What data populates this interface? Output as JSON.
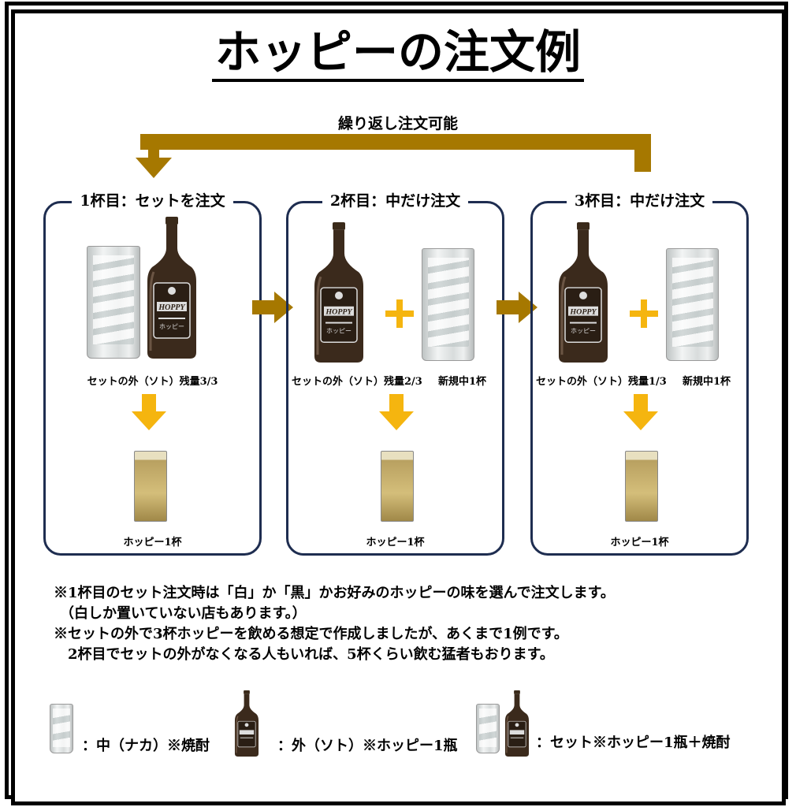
{
  "title": "ホッピーの注文例",
  "loop_label": "繰り返し注文可能",
  "colors": {
    "gold": "#a67800",
    "yellow": "#f5b50f",
    "navy": "#1e2d50"
  },
  "bottle_label": {
    "brand": "HOPPY",
    "kana": "ホッピー"
  },
  "panels": [
    {
      "heading": "1杯目：セットを注文",
      "caption_soto": "セットの外（ソト）残量3/3",
      "result": "ホッピー1杯"
    },
    {
      "heading": "2杯目：中だけ注文",
      "caption_soto": "セットの外（ソト）残量2/3",
      "caption_naka": "新規中1杯",
      "result": "ホッピー1杯"
    },
    {
      "heading": "3杯目：中だけ注文",
      "caption_soto": "セットの外（ソト）残量1/3",
      "caption_naka": "新規中1杯",
      "result": "ホッピー1杯"
    }
  ],
  "notes": [
    "※1杯目のセット注文時は「白」か「黒」かお好みのホッピーの味を選んで注文します。",
    "（白しか置いていない店もあります。）",
    "※セットの外で3杯ホッピーを飲める想定で作成しましたが、あくまで1例です。",
    "2杯目でセットの外がなくなる人もいれば、5杯くらい飲む猛者もおります。"
  ],
  "legend": [
    {
      "label": "：中（ナカ）※焼酎"
    },
    {
      "label": "：外（ソト）※ホッピー1瓶"
    },
    {
      "label": "：セット※ホッピー1瓶＋焼酎"
    }
  ]
}
